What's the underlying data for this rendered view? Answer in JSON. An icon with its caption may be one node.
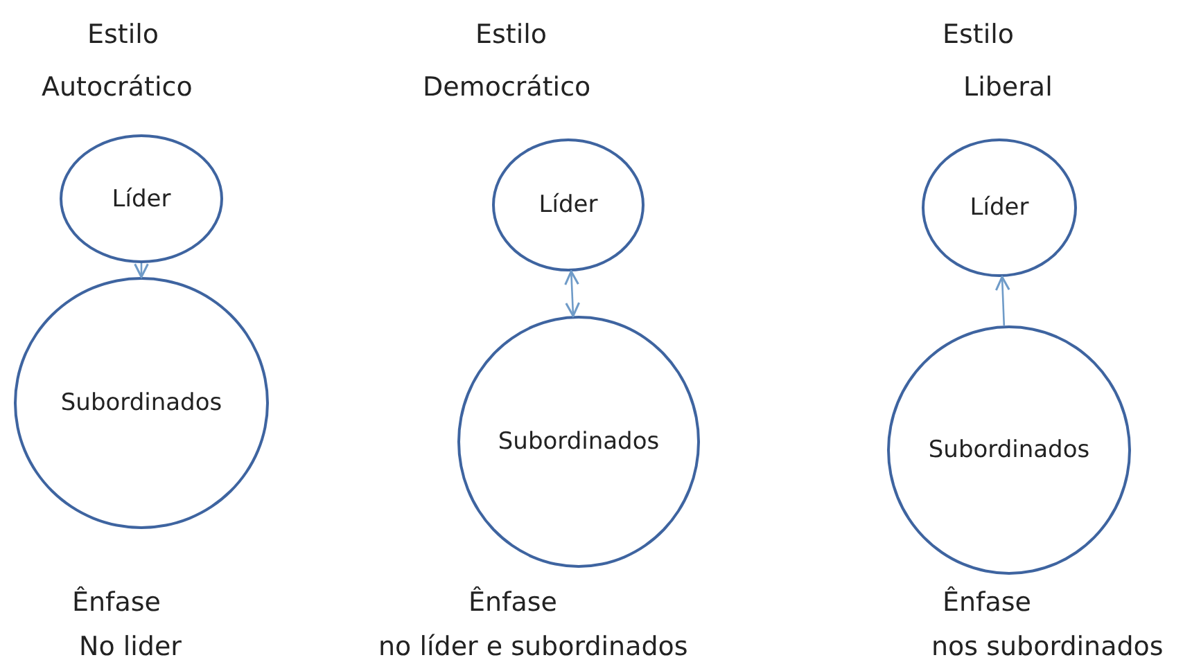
{
  "diagram": {
    "nodes": [
      {
        "text": [
          "Líder"
        ]
      },
      {
        "text": [
          "Subordinados"
        ]
      },
      {
        "text": [
          "Líder"
        ]
      },
      {
        "text": [
          "Subordinados"
        ]
      },
      {
        "text": [
          "Líder"
        ]
      },
      {
        "text": [
          "Subordinados"
        ]
      }
    ],
    "edges": [
      {
        "from": 0,
        "to": 1,
        "arrow": "to"
      },
      {
        "from": 2,
        "to": 3,
        "arrow": "both"
      },
      {
        "from": 5,
        "to": 4,
        "arrow": "to"
      }
    ],
    "labels": [
      "Estilo",
      "Estilo",
      "Estilo",
      "Autocrático",
      "Democrático",
      "Liberal",
      "Ênfase",
      "Ênfase",
      "Ênfase",
      "No lider",
      "no líder e subordinados",
      "nos subordinados"
    ]
  }
}
